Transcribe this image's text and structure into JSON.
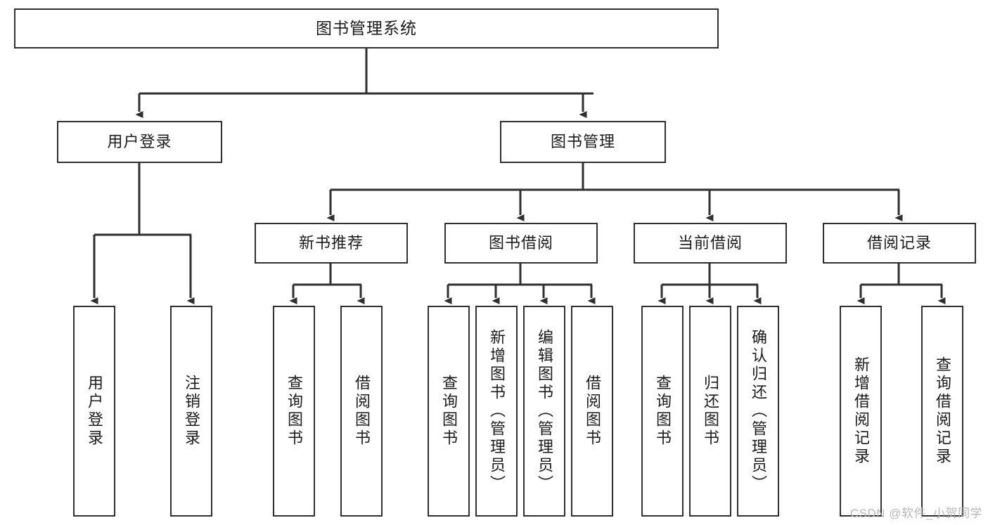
{
  "diagram": {
    "title": "图书管理系统",
    "type": "hierarchy-tree",
    "watermark": "CSDN @软件_小贺同学",
    "colors": {
      "stroke": "#2f2f2f",
      "fill": "#ffffff",
      "text": "#1b1b1b",
      "watermark": "#b8b8b8"
    },
    "levels": {
      "root": {
        "label": "图书管理系统"
      },
      "level2": [
        {
          "label": "用户登录"
        },
        {
          "label": "图书管理"
        }
      ],
      "level3": [
        {
          "label": "新书推荐"
        },
        {
          "label": "图书借阅"
        },
        {
          "label": "当前借阅"
        },
        {
          "label": "借阅记录"
        }
      ],
      "leaves": {
        "user_login": [
          {
            "label": "用户登录"
          },
          {
            "label": "注销登录"
          }
        ],
        "new_book_recommend": [
          {
            "label": "查询图书"
          },
          {
            "label": "借阅图书"
          }
        ],
        "book_borrow": [
          {
            "label": "查询图书"
          },
          {
            "label": "新增图书（管理员）"
          },
          {
            "label": "编辑图书（管理员）"
          },
          {
            "label": "借阅图书"
          }
        ],
        "current_borrow": [
          {
            "label": "查询图书"
          },
          {
            "label": "归还图书"
          },
          {
            "label": "确认归还（管理员）"
          }
        ],
        "borrow_record": [
          {
            "label": "新增借阅记录"
          },
          {
            "label": "查询借阅记录"
          }
        ]
      }
    }
  }
}
